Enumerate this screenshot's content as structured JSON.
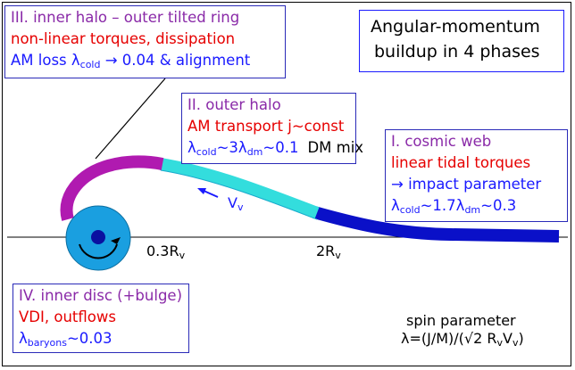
{
  "title": {
    "line1": "Angular-momentum",
    "line2": "buildup in 4 phases"
  },
  "phase3": {
    "heading": "III. inner halo – outer tilted ring",
    "line2": "non-linear torques, dissipation",
    "line3_pre": "AM loss λ",
    "line3_sub": "cold",
    "line3_post": " → 0.04 & alignment"
  },
  "phase2": {
    "heading": "II. outer halo",
    "line2": "AM transport j~const",
    "l3_a": "λ",
    "l3_sub1": "cold",
    "l3_b": "~3λ",
    "l3_sub2": "dm",
    "l3_c": "~0.1",
    "l3_d": "DM mix"
  },
  "phase1": {
    "heading": "I. cosmic web",
    "line2": "linear tidal torques",
    "line3": "→ impact parameter",
    "l4_a": "λ",
    "l4_sub1": "cold",
    "l4_b": "~1.7λ",
    "l4_sub2": "dm",
    "l4_c": "~0.3"
  },
  "phase4": {
    "heading": "IV. inner disc (+bulge)",
    "line2": "VDI, outflows",
    "l3_a": "λ",
    "l3_sub": "baryons",
    "l3_b": "~0.03"
  },
  "axis": {
    "r1": "0.3R",
    "r1_sub": "v",
    "r2": "2R",
    "r2_sub": "v"
  },
  "velocity": {
    "label": "V",
    "sub": "v"
  },
  "spin": {
    "line1": "spin parameter",
    "line2_a": "λ=(J/M)/(√2 R",
    "line2_sub1": "v",
    "line2_b": "V",
    "line2_sub2": "v",
    "line2_c": ")"
  },
  "colors": {
    "purple": "#8a2aa8",
    "red": "#e60000",
    "blue": "#1a1aff",
    "magenta_stream": "#b01ab0",
    "cyan_stream": "#33dddd",
    "navy_stream": "#0a10c8",
    "disc": "#1a9fe0"
  }
}
